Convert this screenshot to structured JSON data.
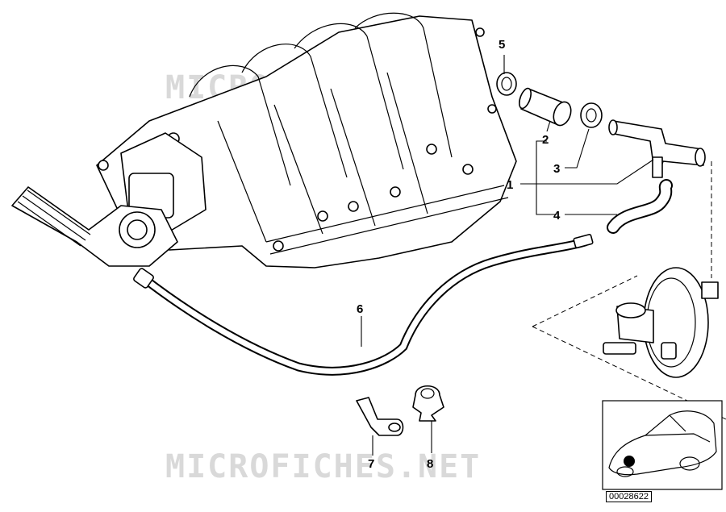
{
  "watermark": "MICROFICHES.NET",
  "reference_code": "00028622",
  "callouts": [
    {
      "id": "1",
      "label": "1"
    },
    {
      "id": "2",
      "label": "2"
    },
    {
      "id": "3",
      "label": "3"
    },
    {
      "id": "4",
      "label": "4"
    },
    {
      "id": "5",
      "label": "5"
    },
    {
      "id": "6",
      "label": "6"
    },
    {
      "id": "7",
      "label": "7"
    },
    {
      "id": "8",
      "label": "8"
    }
  ]
}
